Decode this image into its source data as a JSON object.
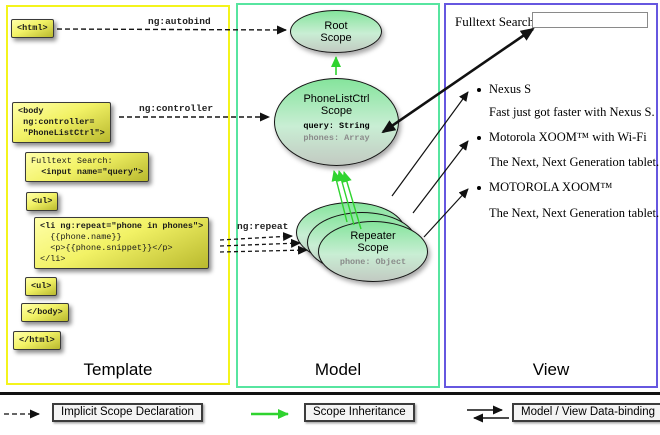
{
  "columns": {
    "template": {
      "label": "Template"
    },
    "model": {
      "label": "Model"
    },
    "view": {
      "label": "View"
    }
  },
  "template": {
    "html_open": "<html>",
    "body_open": "<body\n ng:controller=\n \"PhoneListCtrl\">",
    "fulltext_label": "Fulltext Search:",
    "fulltext_input": "  <input name=\"query\">",
    "ul_open": "<ul>",
    "li_open": "<li ng:repeat=\"phone in phones\">",
    "li_rest": "  {{phone.name}}\n  <p>{{phone.snippet}}</p>\n</li>",
    "ul_close": "<ul>",
    "body_close": "</body>",
    "html_close": "</html>",
    "ng_autobind": "ng:autobind",
    "ng_controller": "ng:controller",
    "ng_repeat": "ng:repeat"
  },
  "model": {
    "root_scope_title": "Root\nScope",
    "phonelist_title": "PhoneListCtrl\nScope",
    "phonelist_prop_query": "query: String",
    "phonelist_prop_phones": "phones: Array",
    "repeater_title": "Repeater\nScope",
    "repeater_prop": "phone: Object"
  },
  "view": {
    "search_label": "Fulltext Search:",
    "search_value": "",
    "items": [
      {
        "title": "Nexus S",
        "desc": "Fast just got faster with Nexus S."
      },
      {
        "title": "Motorola XOOM™ with Wi-Fi",
        "desc": "The Next, Next Generation tablet."
      },
      {
        "title": "MOTOROLA XOOM™",
        "desc": "The Next, Next Generation tablet."
      }
    ]
  },
  "legend": {
    "items": [
      {
        "label": "Implicit Scope Declaration",
        "arrow": "dashed-black-arrow"
      },
      {
        "label": "Scope Inheritance",
        "arrow": "green-arrow"
      },
      {
        "label": "Model / View Data-binding",
        "arrow": "double-black-arrow"
      }
    ]
  },
  "colors": {
    "template_border": "#f4f41c",
    "model_border": "#57e5a0",
    "view_border": "#6657e0",
    "scope_fill_green": "#85e49c",
    "arrow_green": "#2fd32f",
    "code_box_yellow": "#f0f060"
  }
}
